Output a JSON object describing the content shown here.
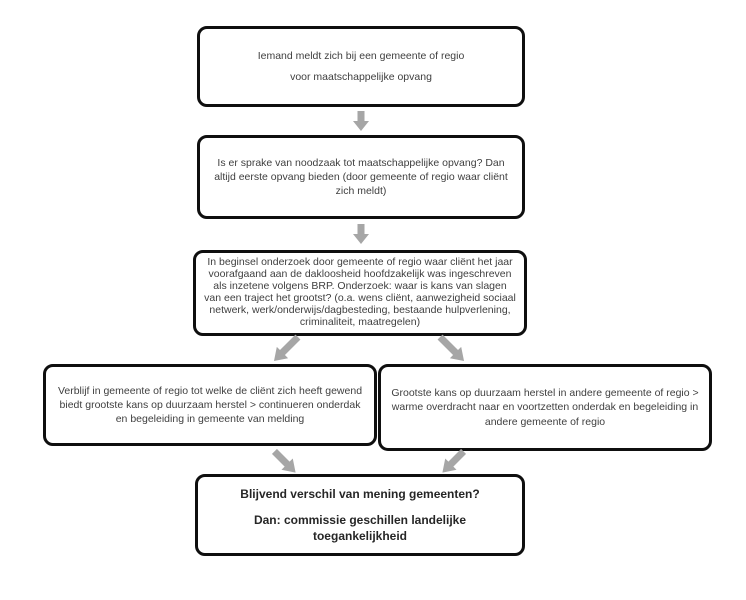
{
  "colors": {
    "background": "#ffffff",
    "box_fill": "#ffffff",
    "box_border": "#0f0f0f",
    "text": "#3f3f3f",
    "text_bold": "#262626",
    "arrow": "#a6a6a6"
  },
  "flowchart": {
    "boxes": {
      "intake": {
        "lines": [
          "Iemand meldt zich bij een gemeente of regio",
          "voor maatschappelijke opvang"
        ]
      },
      "noodzaak": {
        "text": "Is er sprake van noodzaak tot maatschappelijke opvang? Dan altijd eerste opvang bieden (door gemeente of regio waar cliënt zich meldt)"
      },
      "onderzoek": {
        "text": "In beginsel onderzoek door gemeente of regio waar cliënt het jaar voorafgaand aan de dakloosheid hoofdzakelijk was ingeschreven als inzetene volgens BRP. Onderzoek: waar is kans van slagen van een traject het grootst? (o.a. wens cliënt, aanwezigheid sociaal netwerk, werk/onderwijs/dagbesteding, bestaande hulpverlening, criminaliteit, maatregelen)"
      },
      "verblijf_melding": {
        "text": "Verblijf in gemeente of regio tot welke de cliënt zich heeft gewend biedt grootste kans op duurzaam herstel > continueren onderdak en begeleiding in gemeente van melding"
      },
      "andere_gemeente": {
        "text": "Grootste kans op duurzaam herstel in andere gemeente of regio > warme overdracht naar en voortzetten onderdak en begeleiding in andere gemeente of regio"
      },
      "geschillen": {
        "lines": [
          "Blijvend verschil van mening gemeenten?",
          "Dan: commissie geschillen landelijke toegankelijkheid"
        ]
      }
    },
    "arrows": [
      "down-arrow-intake-to-noodzaak",
      "down-arrow-noodzaak-to-onderzoek",
      "down-left-arrow-onderzoek-to-verblijf",
      "down-right-arrow-onderzoek-to-andere",
      "down-right-arrow-verblijf-to-geschillen",
      "down-left-arrow-andere-to-geschillen"
    ]
  }
}
